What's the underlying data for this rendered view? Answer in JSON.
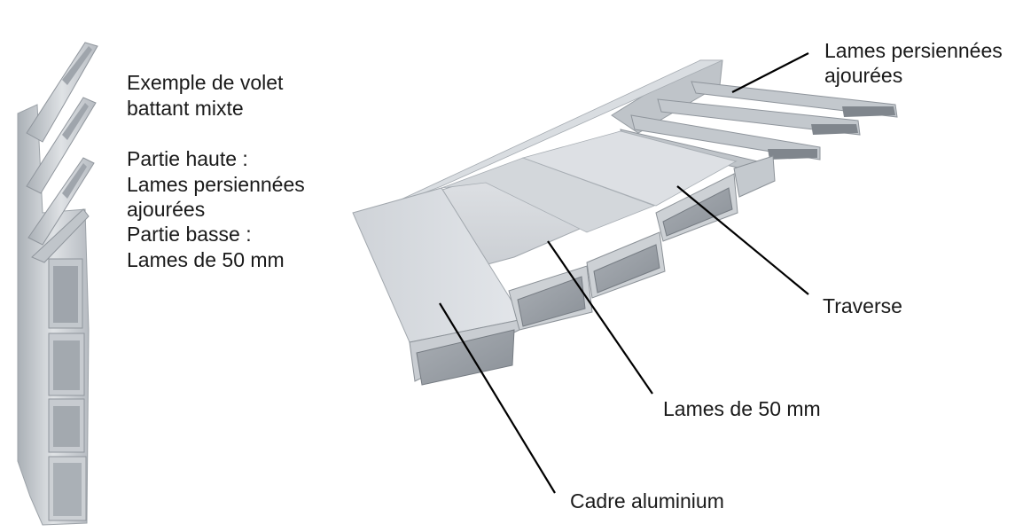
{
  "description_block": {
    "line1": "Exemple de volet",
    "line2": "battant mixte",
    "line3": "Partie haute :",
    "line4": "Lames persiennées",
    "line5": "ajourées",
    "line6": "Partie basse :",
    "line7": "Lames de 50 mm"
  },
  "callouts": {
    "lames_persiennees_line1": "Lames persiennées",
    "lames_persiennees_line2": "ajourées",
    "traverse": "Traverse",
    "lames_50": "Lames de 50 mm",
    "cadre": "Cadre aluminium"
  },
  "colors": {
    "aluminium_light": "#d8dce0",
    "aluminium_mid": "#b9bec4",
    "aluminium_dark": "#8e949b",
    "leader_line": "#000000"
  }
}
